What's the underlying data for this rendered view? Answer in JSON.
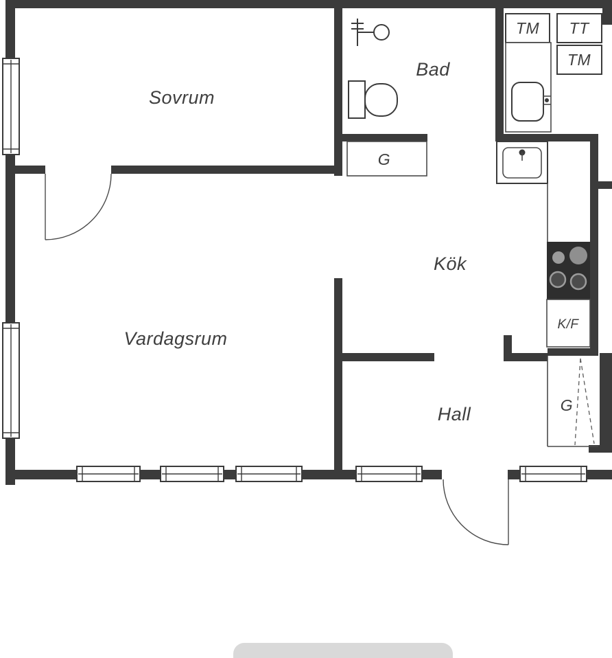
{
  "floorplan": {
    "rooms": {
      "sovrum": "Sovrum",
      "bad": "Bad",
      "kok": "Kök",
      "vardagsrum": "Vardagsrum",
      "hall": "Hall"
    },
    "units": {
      "tm_top": "TM",
      "tt": "TT",
      "tm_lower": "TM",
      "garderob_bad": "G",
      "garderob_hall": "G",
      "kyl_frys": "K/F"
    },
    "icons": [
      "toilet-icon",
      "shower-mixer-icon",
      "washbasin-icon",
      "kitchen-sink-icon",
      "stove-icon",
      "fridge-freezer-box",
      "wardrobe-icon",
      "window-icon",
      "door-swing-icon"
    ],
    "colors": {
      "wall": "#3b3b3b",
      "label": "#3f3f3f",
      "background": "#ffffff",
      "stove": "#2e2e2e",
      "burner_light": "#9c9c9c",
      "bottom_sheet": "#d9d9d9"
    }
  }
}
